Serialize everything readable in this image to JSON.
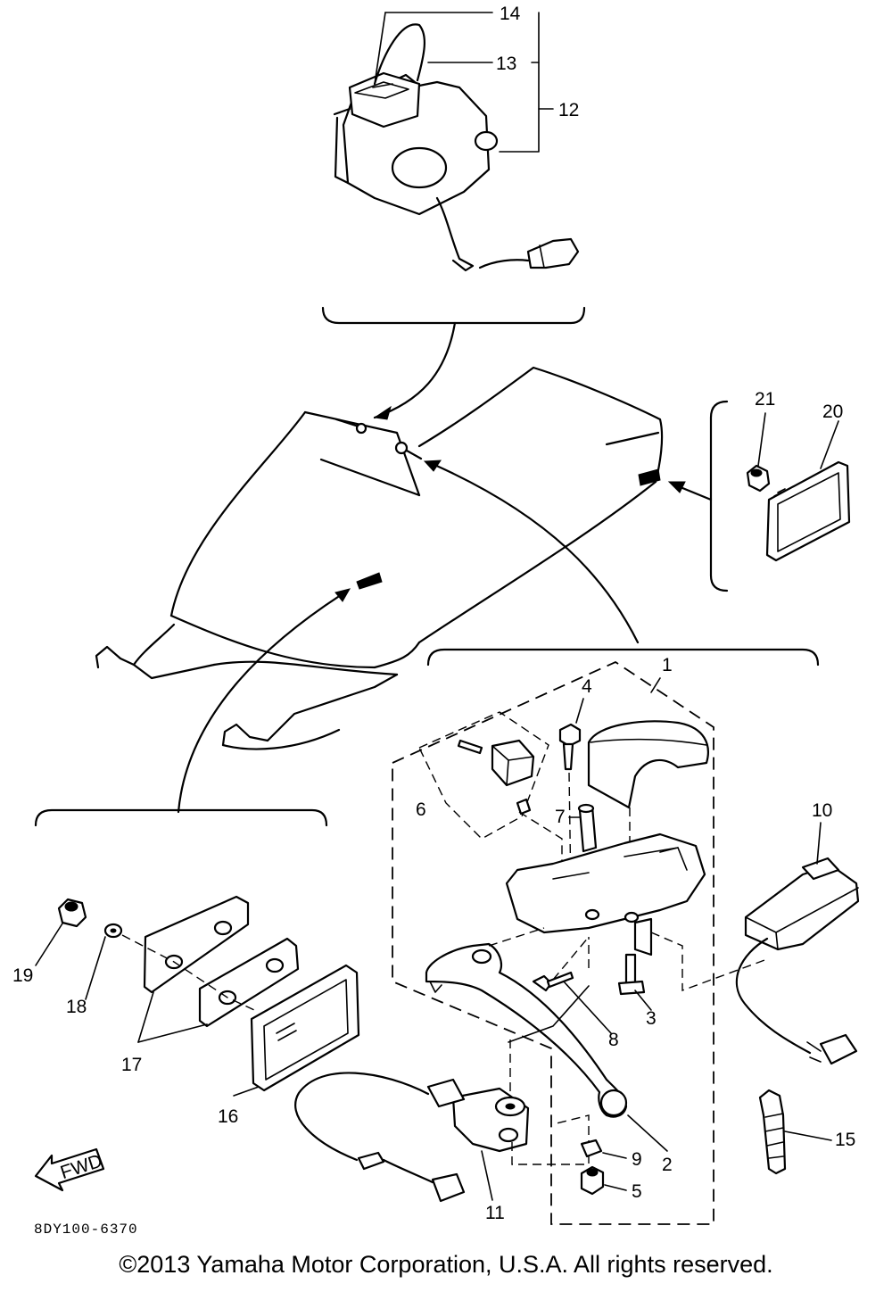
{
  "diagram": {
    "callouts": {
      "c1": "1",
      "c2": "2",
      "c3": "3",
      "c4": "4",
      "c5": "5",
      "c6": "6",
      "c7": "7",
      "c8": "8",
      "c9": "9",
      "c10": "10",
      "c11": "11",
      "c12": "12",
      "c13": "13",
      "c14": "14",
      "c15": "15",
      "c16": "16",
      "c17": "17",
      "c18": "18",
      "c19": "19",
      "c20": "20",
      "c21": "21"
    },
    "fwd_label": "FWD",
    "drawing_code": "8DY100-6370"
  },
  "footer": {
    "copyright": "©2013 Yamaha Motor Corporation, U.S.A. All rights reserved."
  }
}
